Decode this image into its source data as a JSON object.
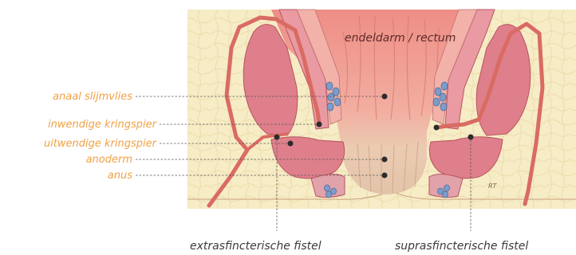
{
  "title": "endeldarm / rectum",
  "labels": {
    "anaal_slijmvlies": "anaal slijmvlies",
    "inwendige_kringspier": "inwendige kringspier",
    "uitwendige_kringspier": "uitwendige kringspier",
    "anoderm": "anoderm",
    "anus": "anus"
  },
  "fistulas": {
    "extrasfincterisch": "extrasfincterische fistel",
    "suprasfincterisch": "suprasfincterische fistel"
  },
  "signature": "RT",
  "colors": {
    "fat": "#f6ecc6",
    "muscle": "#df7f8c",
    "muscle_dark": "#c8606f",
    "mucosa": "#ee9a92",
    "anoderm": "#e9c7ae",
    "gland": "#7d9ccb",
    "fistula": "#d96b63",
    "label_left": "#f0a144"
  }
}
